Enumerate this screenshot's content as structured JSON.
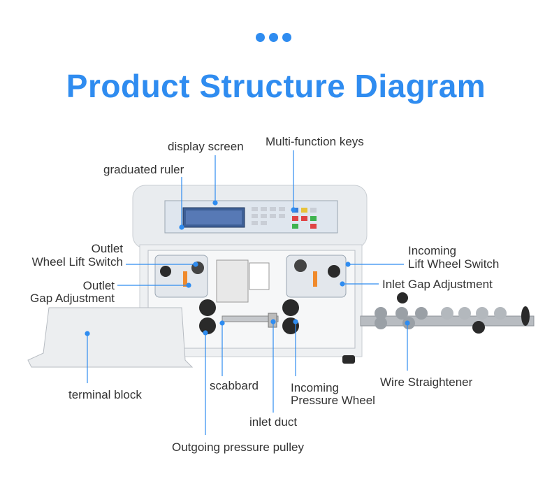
{
  "header": {
    "title": "Product Structure Diagram"
  },
  "labels": {
    "display_screen": "display screen",
    "multi_function_keys": "Multi-function keys",
    "graduated_ruler": "graduated ruler",
    "outlet_wheel_lift_switch_1": "Outlet",
    "outlet_wheel_lift_switch_2": "Wheel Lift Switch",
    "outlet_gap_adjustment_1": "Outlet",
    "outlet_gap_adjustment_2": "Gap Adjustment",
    "incoming_lift_wheel_switch_1": "Incoming",
    "incoming_lift_wheel_switch_2": "Lift Wheel Switch",
    "inlet_gap_adjustment": "Inlet Gap Adjustment",
    "terminal_block": "terminal block",
    "scabbard": "scabbard",
    "incoming_pressure_wheel_1": "Incoming",
    "incoming_pressure_wheel_2": "Pressure Wheel",
    "wire_straightener": "Wire Straightener",
    "inlet_duct": "inlet duct",
    "outgoing_pressure_pulley": "Outgoing pressure pulley"
  },
  "colors": {
    "accent": "#2f8cf0",
    "leader": "#2f8cf0"
  }
}
